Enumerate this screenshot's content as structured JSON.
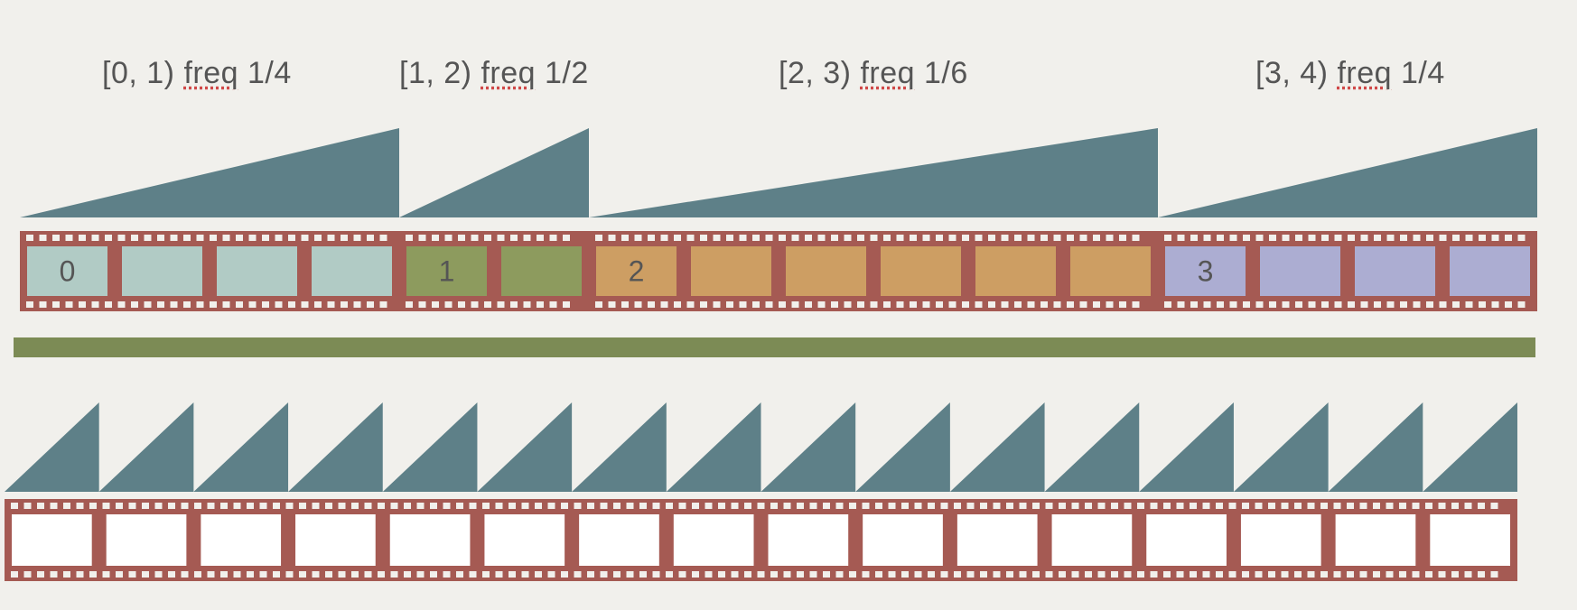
{
  "colors": {
    "background": "#f1f0ec",
    "ramp": "#5e8088",
    "film": "#a55a53",
    "hole": "#f1f0ec",
    "divider": "#7c8b55",
    "label_text": "#555555",
    "empty_frame": "#ffffff"
  },
  "segments": [
    {
      "range": "[0, 1)",
      "freq_word": "freq",
      "freq_value": "1/4",
      "frame_label": "0",
      "frames": 4,
      "fill": "#b1cbc5"
    },
    {
      "range": "[1, 2)",
      "freq_word": "freq",
      "freq_value": "1/2",
      "frame_label": "1",
      "frames": 2,
      "fill": "#8d9b5e"
    },
    {
      "range": "[2, 3)",
      "freq_word": "freq",
      "freq_value": "1/6",
      "frame_label": "2",
      "frames": 6,
      "fill": "#cd9e63"
    },
    {
      "range": "[3, 4)",
      "freq_word": "freq",
      "freq_value": "1/4",
      "frame_label": "3",
      "frames": 4,
      "fill": "#acadd2"
    }
  ],
  "bottom_strip": {
    "frames": 16
  }
}
